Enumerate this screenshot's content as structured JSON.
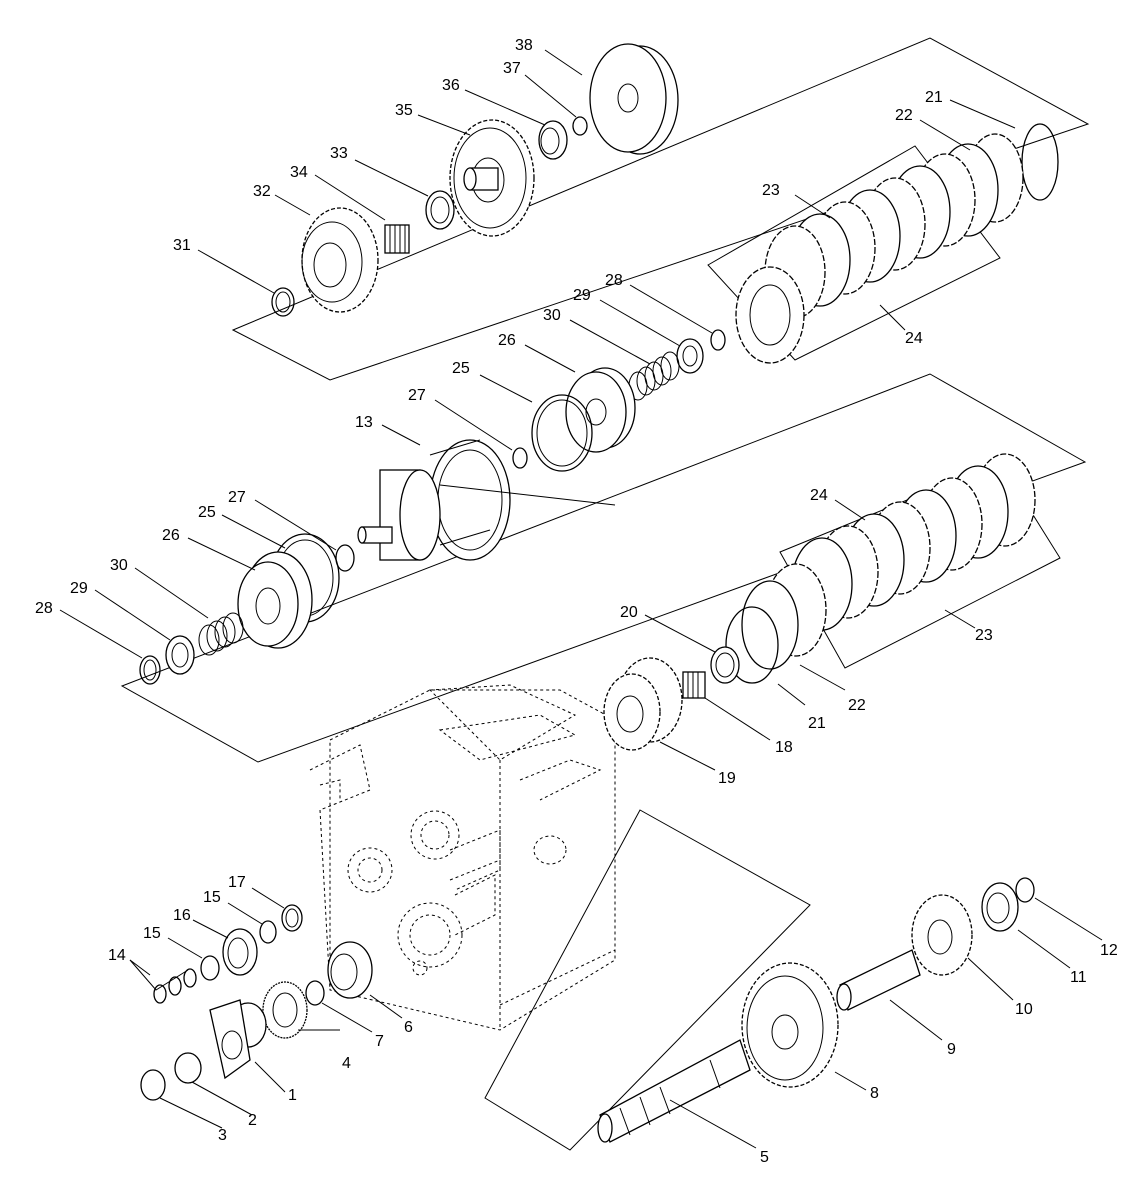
{
  "callouts": {
    "c1": "1",
    "c2": "2",
    "c3": "3",
    "c4": "4",
    "c5": "5",
    "c6": "6",
    "c7": "7",
    "c8": "8",
    "c9": "9",
    "c10": "10",
    "c11": "11",
    "c12": "12",
    "c13": "13",
    "c14": "14",
    "c15a": "15",
    "c15b": "15",
    "c16": "16",
    "c17": "17",
    "c18": "18",
    "c19": "19",
    "c20": "20",
    "c21a": "21",
    "c21b": "21",
    "c22a": "22",
    "c22b": "22",
    "c23a": "23",
    "c23b": "23",
    "c24a": "24",
    "c24b": "24",
    "c25a": "25",
    "c25b": "25",
    "c26a": "26",
    "c26b": "26",
    "c27a": "27",
    "c27b": "27",
    "c28a": "28",
    "c28b": "28",
    "c29a": "29",
    "c29b": "29",
    "c30a": "30",
    "c30b": "30",
    "c31": "31",
    "c32": "32",
    "c33": "33",
    "c34": "34",
    "c35": "35",
    "c36": "36",
    "c37": "37",
    "c38": "38"
  }
}
